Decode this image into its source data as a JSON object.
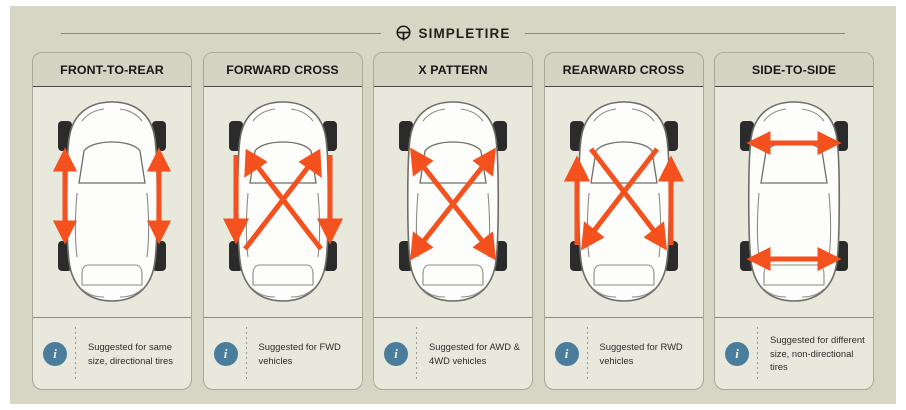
{
  "brand": {
    "name": "SIMPLETIRE",
    "logo_icon": "simpletire-logo-icon"
  },
  "colors": {
    "page_background": "#d7d5c4",
    "card_background": "#e9e8dd",
    "card_header_background": "#d5d3c1",
    "arrow": "#f4511e",
    "info_badge": "#4a7d9b",
    "tire": "#2b2b2b",
    "car_outline": "#6f6f68"
  },
  "panels": [
    {
      "title": "FRONT-TO-REAR",
      "pattern": "front-to-rear",
      "info_icon": "info-icon",
      "note": "Suggested for same size, directional tires"
    },
    {
      "title": "FORWARD CROSS",
      "pattern": "forward-cross",
      "info_icon": "info-icon",
      "note": "Suggested for FWD vehicles"
    },
    {
      "title": "X PATTERN",
      "pattern": "x-pattern",
      "info_icon": "info-icon",
      "note": "Suggested for AWD & 4WD vehicles"
    },
    {
      "title": "REARWARD CROSS",
      "pattern": "rearward-cross",
      "info_icon": "info-icon",
      "note": "Suggested for RWD vehicles"
    },
    {
      "title": "SIDE-TO-SIDE",
      "pattern": "side-to-side",
      "info_icon": "info-icon",
      "note": "Suggested for different size, non-directional tires"
    }
  ],
  "info_badge_glyph": "i"
}
